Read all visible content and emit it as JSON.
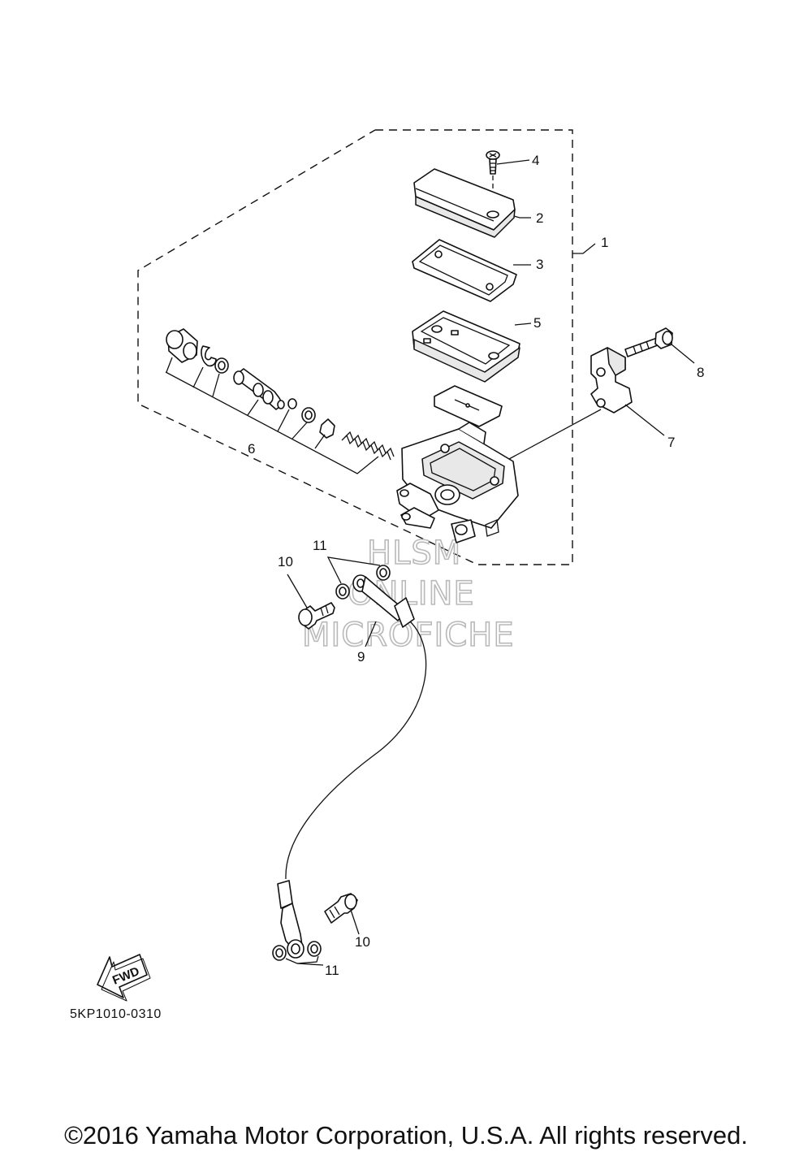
{
  "diagram": {
    "callouts": {
      "c1": "1",
      "c2": "2",
      "c3": "3",
      "c4": "4",
      "c5": "5",
      "c6": "6",
      "c7": "7",
      "c8": "8",
      "c9": "9",
      "c10a": "10",
      "c10b": "10",
      "c11a": "11",
      "c11b": "11"
    },
    "fwd_label": "FWD",
    "watermark": {
      "line1": "HLSM",
      "line2": "ONLINE",
      "line3": "MICROFICHE"
    },
    "diagram_code": "5KP1010-0310"
  },
  "footer": {
    "copyright": "©2016 Yamaha Motor Corporation, U.S.A. All rights reserved."
  }
}
